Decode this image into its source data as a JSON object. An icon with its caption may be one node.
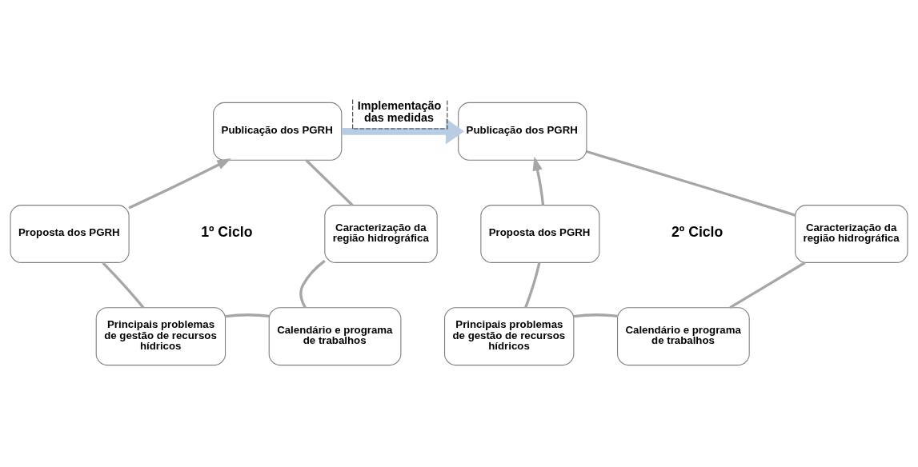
{
  "diagram": {
    "nodes": [
      {
        "text": [
          "Publicação dos PGRH"
        ]
      },
      {
        "text": [
          "Caracterização da região hidrográfica"
        ]
      },
      {
        "text": [
          "Calendário e programa de trabalhos"
        ]
      },
      {
        "text": [
          "Principais problemas de gestão de recursos hídricos"
        ]
      },
      {
        "text": [
          "Proposta dos PGRH"
        ]
      },
      {
        "text": [
          "Publicação dos PGRH"
        ]
      },
      {
        "text": [
          "Caracterização da região hidrográfica"
        ]
      },
      {
        "text": [
          "Calendário e programa de trabalhos"
        ]
      },
      {
        "text": [
          "Principais problemas de gestão de recursos hídricos"
        ]
      },
      {
        "text": [
          "Proposta dos PGRH"
        ]
      }
    ],
    "edges": [
      {
        "from": 0,
        "to": 1,
        "arrow": "none"
      },
      {
        "from": 1,
        "to": 2,
        "arrow": "none"
      },
      {
        "from": 2,
        "to": 3,
        "arrow": "none"
      },
      {
        "from": 3,
        "to": 4,
        "arrow": "none"
      },
      {
        "from": 4,
        "to": 0,
        "arrow": "to"
      },
      {
        "from": 5,
        "to": 6,
        "arrow": "none"
      },
      {
        "from": 6,
        "to": 7,
        "arrow": "none"
      },
      {
        "from": 7,
        "to": 8,
        "arrow": "none"
      },
      {
        "from": 8,
        "to": 9,
        "arrow": "none"
      },
      {
        "from": 9,
        "to": 5,
        "arrow": "to"
      },
      {
        "from": 0,
        "to": 5,
        "arrow": "to",
        "label": "Implementação das medidas",
        "style": "thick",
        "color": "#b8cce4"
      }
    ],
    "labels": [
      "1º Ciclo",
      "2º Ciclo"
    ]
  }
}
